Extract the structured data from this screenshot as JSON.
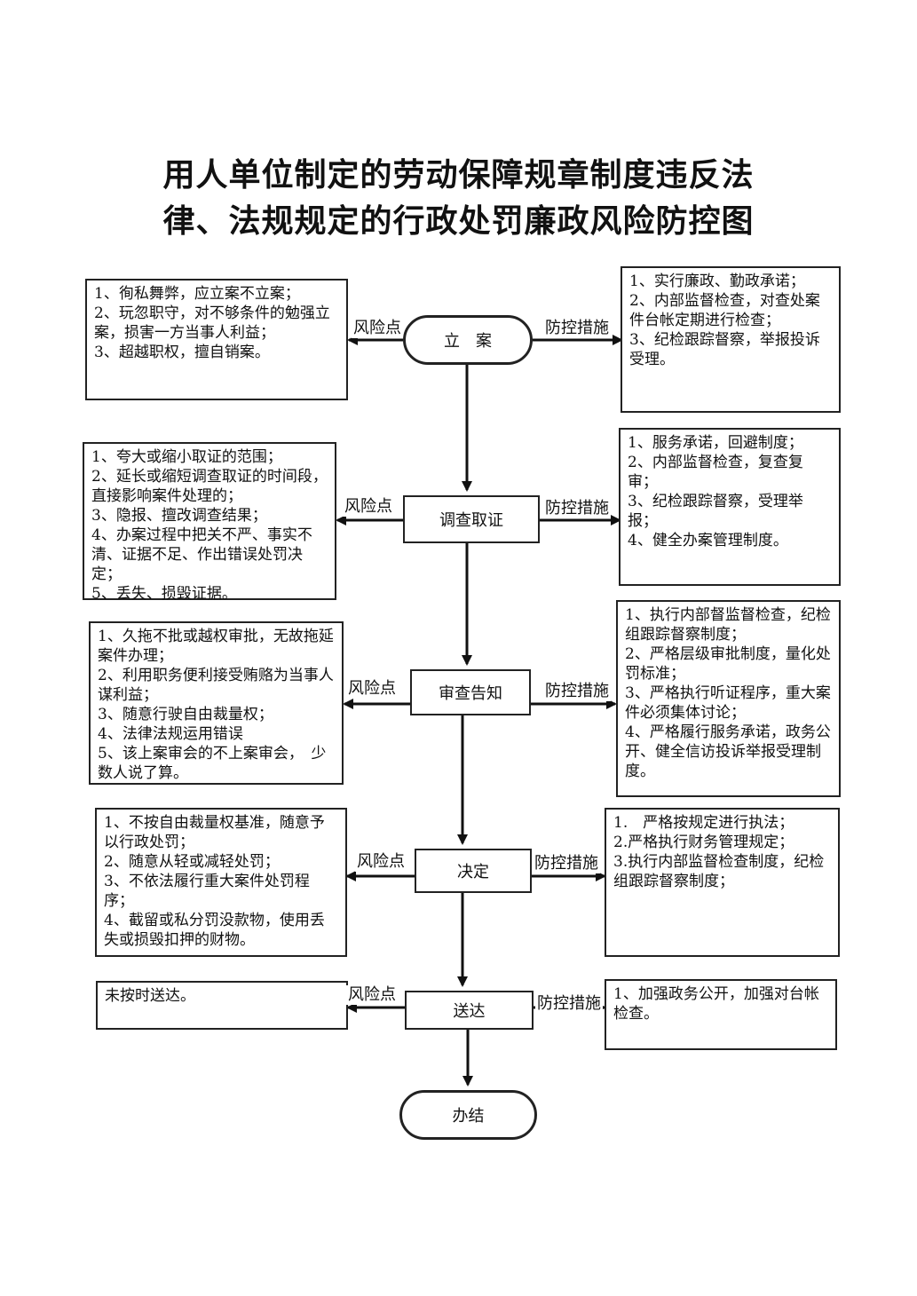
{
  "title": {
    "line1": "用人单位制定的劳动保障规章制度违反法",
    "line2": "律、法规规定的行政处罚廉政风险防控图"
  },
  "labels": {
    "risk": "风险点",
    "control": "防控措施"
  },
  "steps": [
    {
      "name": "立　案",
      "risks": [
        "1、徇私舞弊，应立案不立案；",
        "2、玩忽职守，对不够条件的勉强立案，损害一方当事人利益；",
        "3、超越职权，擅自销案。"
      ],
      "controls": [
        "1、实行廉政、勤政承诺；",
        "2、内部监督检查，对查处案件台帐定期进行检查；",
        "3、纪检跟踪督察，举报投诉受理。"
      ]
    },
    {
      "name": "调查取证",
      "risks": [
        "1、夸大或缩小取证的范围；",
        "2、延长或缩短调查取证的时间段，直接影响案件处理的；",
        "3、隐报、擅改调查结果；",
        "4、办案过程中把关不严、事实不清、证据不足、作出错误处罚决定；",
        "5、丢失、损毁证据。"
      ],
      "controls": [
        "1、服务承诺，回避制度；",
        "2、内部监督检查，复查复审；",
        "3、纪检跟踪督察，受理举报；",
        "4、健全办案管理制度。"
      ]
    },
    {
      "name": "审查告知",
      "risks": [
        "1、久拖不批或越权审批，无故拖延案件办理；",
        "2、利用职务便利接受贿赂为当事人谋利益；",
        "3、随意行驶自由裁量权；",
        "4、法律法规运用错误",
        "5、该上案审会的不上案审会，　少数人说了算。"
      ],
      "controls": [
        "1、执行内部督监督检查，纪检组跟踪督察制度；",
        "2、严格层级审批制度，量化处罚标准；",
        "3、严格执行听证程序，重大案件必须集体讨论；",
        "4、严格履行服务承诺，政务公开、健全信访投诉举报受理制度。"
      ]
    },
    {
      "name": "决定",
      "risks": [
        "1、不按自由裁量权基准，随意予以行政处罚；",
        "2、随意从轻或减轻处罚；",
        "3、不依法履行重大案件处罚程序；",
        "4、截留或私分罚没款物，使用丢失或损毁扣押的财物。"
      ],
      "controls": [
        "1.　严格按规定进行执法；",
        "2.严格执行财务管理规定；",
        "3.执行内部监督检查制度，纪检组跟踪督察制度；"
      ]
    },
    {
      "name": "送达",
      "risks": [
        "未按时送达。"
      ],
      "controls": [
        "1、加强政务公开，加强对台帐检查。"
      ]
    }
  ],
  "end": {
    "name": "办结"
  }
}
